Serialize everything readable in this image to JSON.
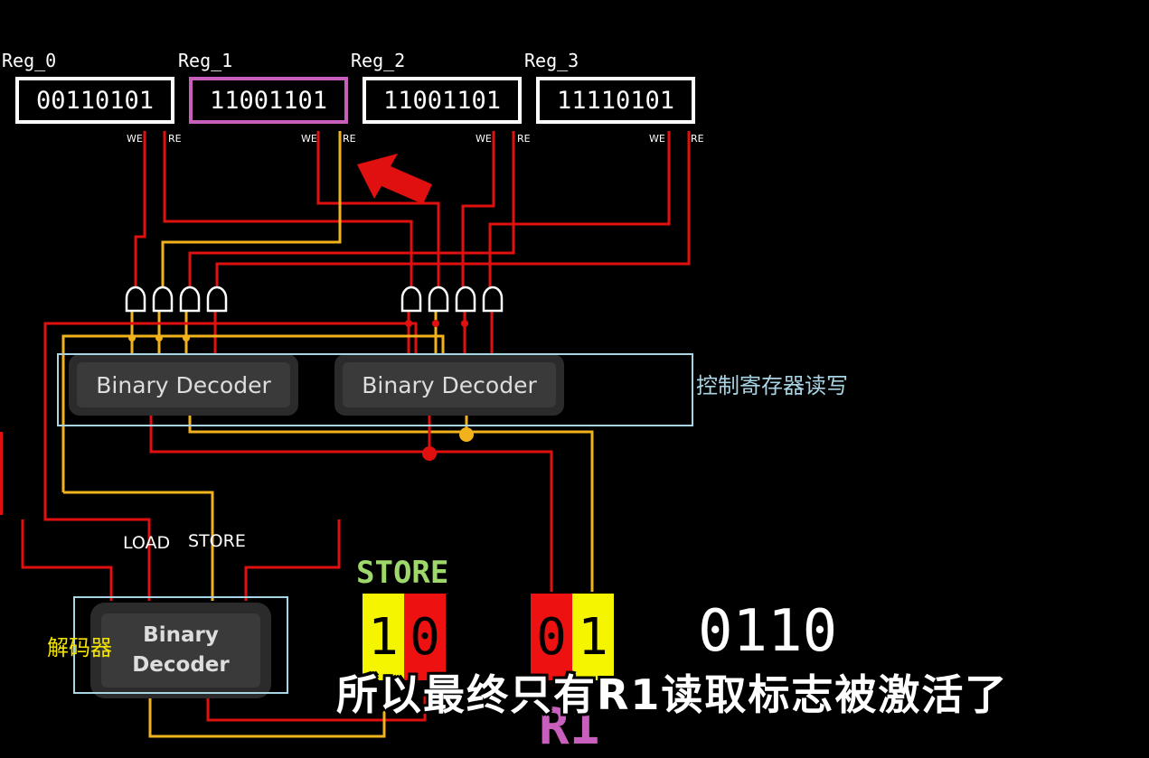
{
  "registers": [
    {
      "label": "Reg_0",
      "value": "00110101",
      "we": "WE",
      "re": "RE"
    },
    {
      "label": "Reg_1",
      "value": "11001101",
      "we": "WE",
      "re": "RE"
    },
    {
      "label": "Reg_2",
      "value": "11001101",
      "we": "WE",
      "re": "RE"
    },
    {
      "label": "Reg_3",
      "value": "11110101",
      "we": "WE",
      "re": "RE"
    }
  ],
  "decoders": {
    "left": "Binary Decoder",
    "right": "Binary Decoder",
    "main_line1": "Binary",
    "main_line2": "Decoder"
  },
  "annotations": {
    "control_label": "控制寄存器读写",
    "decoder_label": "解码器"
  },
  "signals": {
    "load": "LOAD",
    "store": "STORE"
  },
  "instruction": {
    "opcode_label": "STORE",
    "opcode_bits": [
      "1",
      "0"
    ],
    "reg_bits": [
      "0",
      "1"
    ],
    "data_bits": "0110",
    "reg_name": "R1"
  },
  "subtitle": "所以最终只有R1读取标志被激活了",
  "colors": {
    "wire_red": "#e01010",
    "wire_yellow": "#f1b21b",
    "highlight_purple": "#c95fbd",
    "bit_yellow": "#f5f500",
    "bit_red": "#ee1111",
    "opcode_green": "#9fd86a",
    "outline_blue": "#a9d4e4",
    "label_yellow": "#f2e400"
  }
}
